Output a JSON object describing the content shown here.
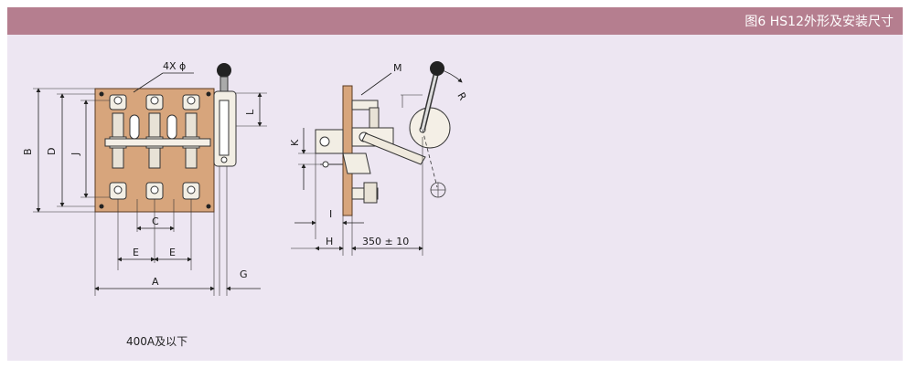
{
  "header": {
    "title": "图6 HS12外形及安装尺寸"
  },
  "caption": "400A及以下",
  "front_view": {
    "labels": {
      "holes": "4X ϕ",
      "B": "B",
      "D": "D",
      "J": "J",
      "L": "L",
      "C": "C",
      "E1": "E",
      "E2": "E",
      "A": "A",
      "G": "G"
    }
  },
  "side_view": {
    "labels": {
      "M": "M",
      "R": "R",
      "K": "K",
      "I": "I",
      "H": "H",
      "dim350": "350 ± 10"
    }
  },
  "colors": {
    "header": "#b57e8f",
    "panel": "#ede6f2",
    "plate": "#d7a57c"
  }
}
